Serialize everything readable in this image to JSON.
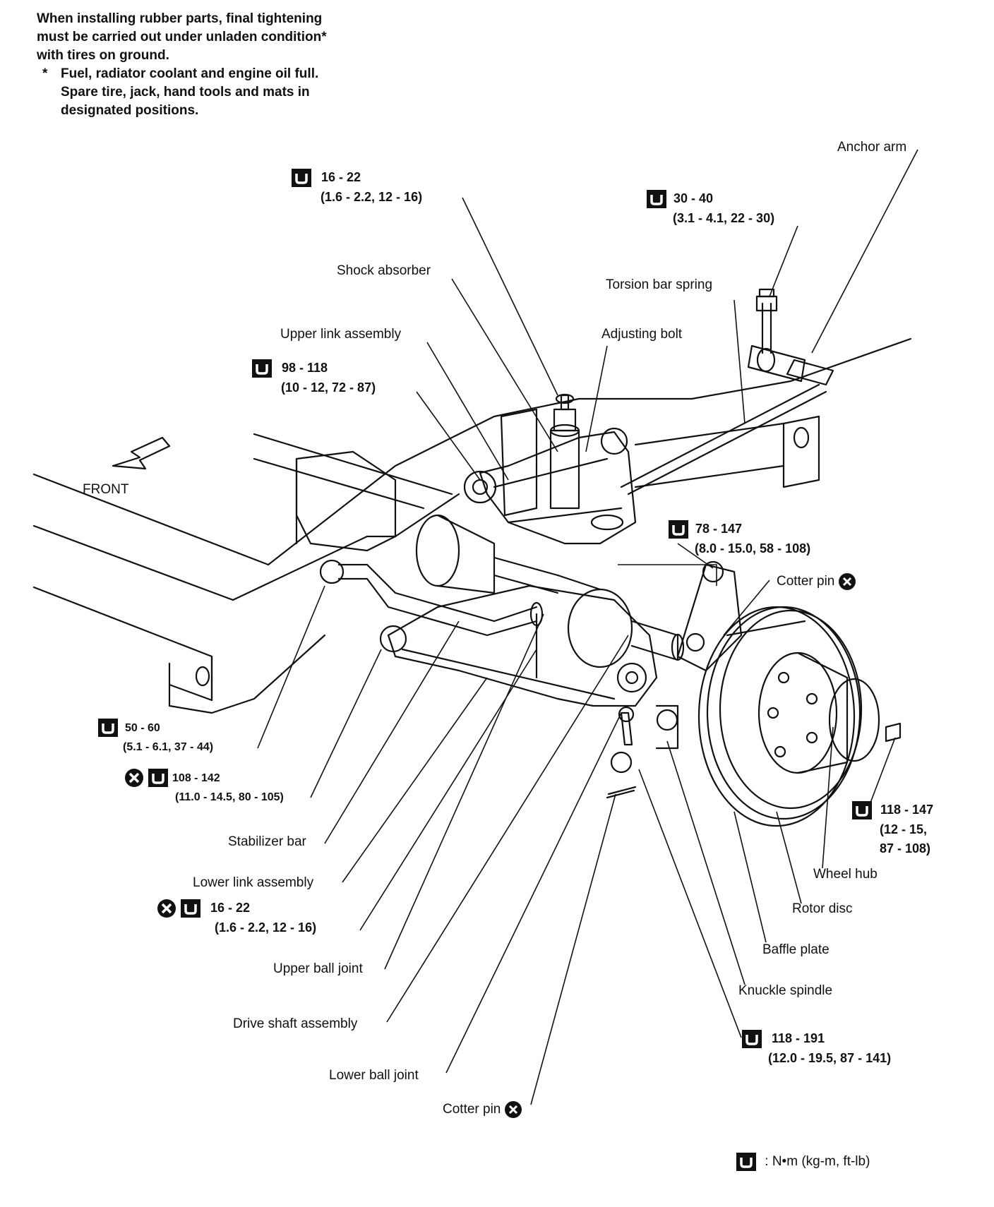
{
  "note": {
    "lines": [
      "When installing rubber parts, final tightening",
      "must be carried out under unladen condition*",
      "with tires on ground."
    ],
    "bullet": "*",
    "bullet_lines": [
      "Fuel, radiator coolant and engine oil full.",
      "Spare tire, jack, hand tools and mats in",
      "designated positions."
    ]
  },
  "labels": {
    "anchor_arm": "Anchor arm",
    "shock_absorber": "Shock absorber",
    "torsion_bar_spring": "Torsion bar spring",
    "upper_link_assembly": "Upper link assembly",
    "adjusting_bolt": "Adjusting bolt",
    "front": "FRONT",
    "cotter_pin_upper": "Cotter pin",
    "stabilizer_bar": "Stabilizer bar",
    "lower_link_assembly": "Lower link assembly",
    "upper_ball_joint": "Upper ball joint",
    "drive_shaft_assembly": "Drive shaft assembly",
    "lower_ball_joint": "Lower ball joint",
    "cotter_pin_lower": "Cotter pin",
    "wheel_hub": "Wheel hub",
    "rotor_disc": "Rotor disc",
    "baffle_plate": "Baffle plate",
    "knuckle_spindle": "Knuckle spindle"
  },
  "torques": {
    "t1": {
      "main": "16 - 22",
      "sub": "(1.6 - 2.2, 12 - 16)"
    },
    "t2": {
      "main": "30 - 40",
      "sub": "(3.1 - 4.1, 22 - 30)"
    },
    "t3": {
      "main": "98 - 118",
      "sub": "(10 - 12, 72 - 87)"
    },
    "t4": {
      "main": "78 - 147",
      "sub": "(8.0 - 15.0, 58 - 108)"
    },
    "t5": {
      "main": "50 - 60",
      "sub": "(5.1 - 6.1, 37 - 44)"
    },
    "t6": {
      "main": "108 - 142",
      "sub": "(11.0 - 14.5, 80 - 105)"
    },
    "t7": {
      "main": "16 - 22",
      "sub": "(1.6 - 2.2, 12 - 16)"
    },
    "t8": {
      "main": "118 - 147",
      "sub": "(12 - 15,",
      "sub2": "87 - 108)"
    },
    "t9": {
      "main": "118 - 191",
      "sub": "(12.0 - 19.5, 87 - 141)"
    }
  },
  "legend": {
    "text": ": N•m (kg-m, ft-lb)",
    "icon": "torque-wrench-icon"
  },
  "icons": {
    "torque": "torque-wrench-icon",
    "replace": "do-not-reuse-icon"
  }
}
